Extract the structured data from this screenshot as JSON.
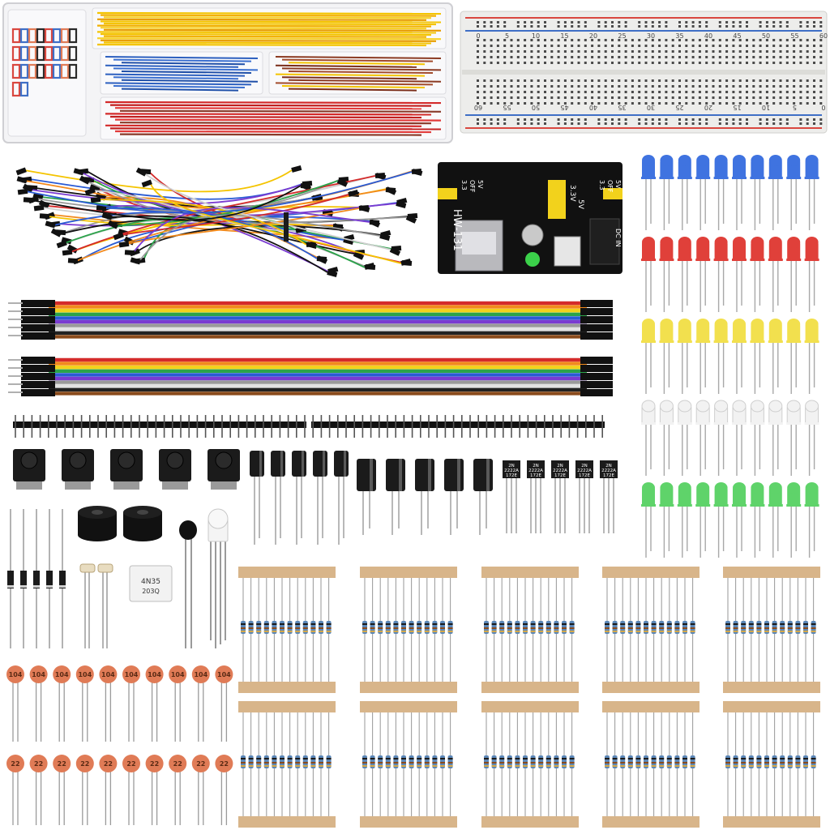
{
  "colors": {
    "background": "#ffffff",
    "breadboard_body": "#ededeb",
    "rail_red": "#d9473f",
    "rail_blue": "#3f6fc6",
    "pcb_black": "#111111",
    "jumper_yellow": "#f4c400",
    "ribbon": [
      "#d42a2a",
      "#f28a1c",
      "#f2d21c",
      "#2ba34a",
      "#2a5bd4",
      "#7a3bd1",
      "#9a9a9a",
      "#f4f4f4",
      "#222222",
      "#8a4b1c"
    ],
    "led_blue": "#3f73e0",
    "led_red": "#e0403a",
    "led_yellow": "#f2e04e",
    "led_white": "#f2f2f2",
    "led_green": "#5fd36a",
    "resistor_tape": "#d8b58a",
    "resistor_body": "#5b87b8",
    "ceramic_cap": "#e07b56",
    "electrolytic_cap": "#1b1b1b",
    "transistor": "#1b1b1b"
  },
  "breadboard": {
    "top_numbers": [
      "0",
      "5",
      "10",
      "15",
      "20",
      "25",
      "30",
      "35",
      "40",
      "45",
      "50",
      "55",
      "60"
    ],
    "bottom_numbers": [
      "60",
      "55",
      "50",
      "45",
      "40",
      "35",
      "30",
      "25",
      "20",
      "15",
      "10",
      "5",
      "0"
    ]
  },
  "power_module": {
    "model": "HW-131",
    "left_labels": [
      "3.3",
      "OFF",
      "5V"
    ],
    "right_labels": [
      "3.3",
      "OFF",
      "5V"
    ],
    "jumper_labels": [
      "3.3V",
      "5V"
    ],
    "dc_label": "DC IN"
  },
  "transistors": {
    "label_line1": "2N",
    "label_line2": "2222A",
    "label_line3": "172E",
    "count": 5
  },
  "optocoupler": {
    "line1": "4N35",
    "line2": "203Q"
  },
  "ceramic_caps": {
    "row1_label": "104",
    "row2_label": "22",
    "per_row": 10
  },
  "leds": {
    "rows": [
      "blue",
      "red",
      "yellow",
      "white",
      "green"
    ],
    "per_row": 10
  },
  "resistors": {
    "packs": 10,
    "per_pack": 12
  },
  "buttons": {
    "count": 5
  },
  "electrolytics": {
    "small": 5,
    "large": 5
  },
  "diodes": {
    "count": 5
  },
  "potentiometers": {
    "count": 2
  }
}
